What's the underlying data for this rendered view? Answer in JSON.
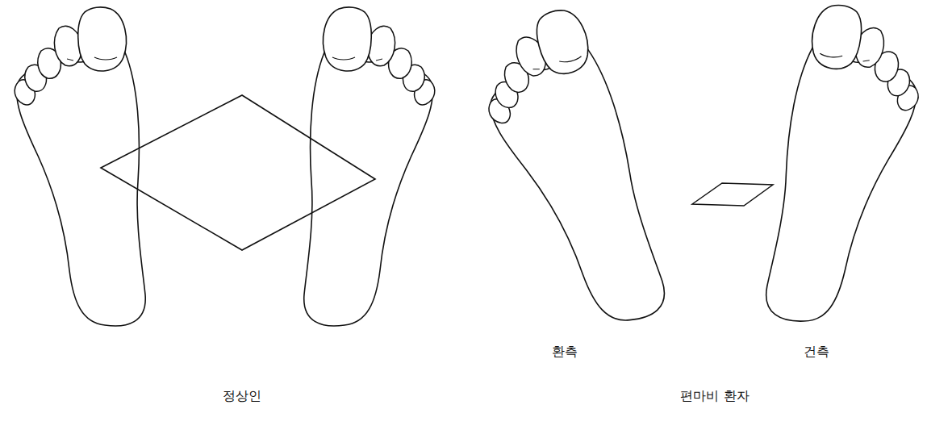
{
  "diagram": {
    "labels": [
      "환측",
      "건측",
      "정상인",
      "편마비 환자"
    ]
  }
}
